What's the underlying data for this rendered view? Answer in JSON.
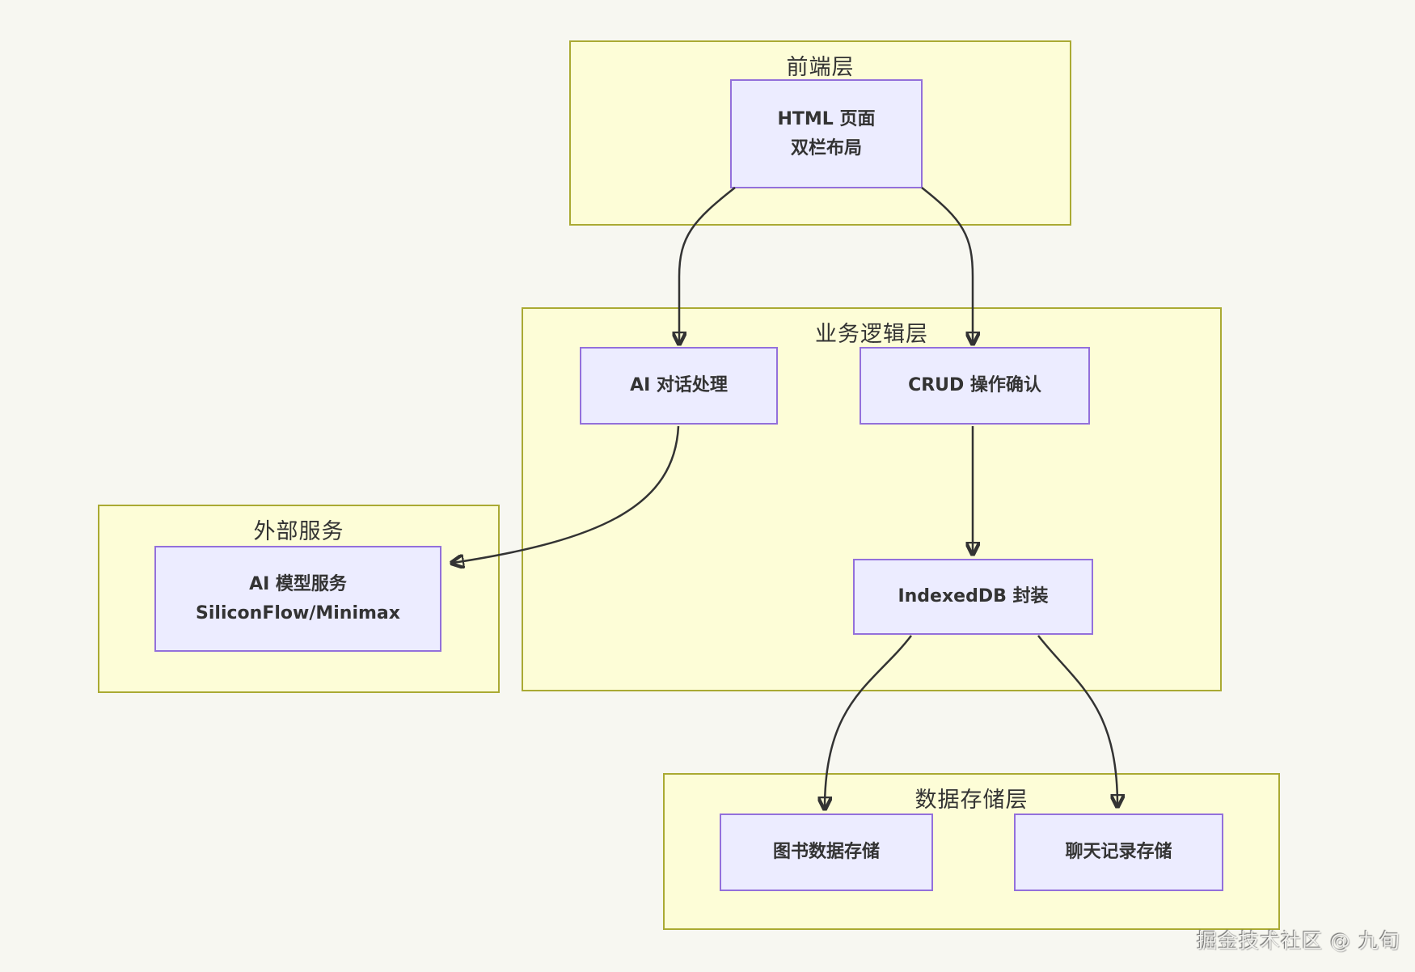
{
  "colors": {
    "bg": "#f7f7f1",
    "group_fill": "#fdfdd7",
    "group_border": "#aaaa33",
    "node_fill": "#ececff",
    "node_border": "#9370db",
    "edge": "#333333",
    "text": "#333333"
  },
  "groups": {
    "frontend": {
      "title": "前端层"
    },
    "business": {
      "title": "业务逻辑层"
    },
    "external": {
      "title": "外部服务"
    },
    "storage": {
      "title": "数据存储层"
    }
  },
  "nodes": {
    "html_page": {
      "lines": [
        "HTML 页面",
        "双栏布局"
      ]
    },
    "ai_dialog": {
      "label": "AI 对话处理"
    },
    "crud": {
      "label": "CRUD 操作确认"
    },
    "indexeddb": {
      "label": "IndexedDB 封装"
    },
    "ai_model": {
      "lines": [
        "AI 模型服务",
        "SiliconFlow/Minimax"
      ]
    },
    "book_store": {
      "label": "图书数据存储"
    },
    "chat_store": {
      "label": "聊天记录存储"
    }
  },
  "edges": [
    {
      "from": "html_page",
      "to": "ai_dialog"
    },
    {
      "from": "html_page",
      "to": "crud"
    },
    {
      "from": "ai_dialog",
      "to": "ai_model"
    },
    {
      "from": "crud",
      "to": "indexeddb"
    },
    {
      "from": "indexeddb",
      "to": "book_store"
    },
    {
      "from": "indexeddb",
      "to": "chat_store"
    }
  ],
  "watermark": {
    "text": "掘金技术社区 @ 九旬"
  }
}
